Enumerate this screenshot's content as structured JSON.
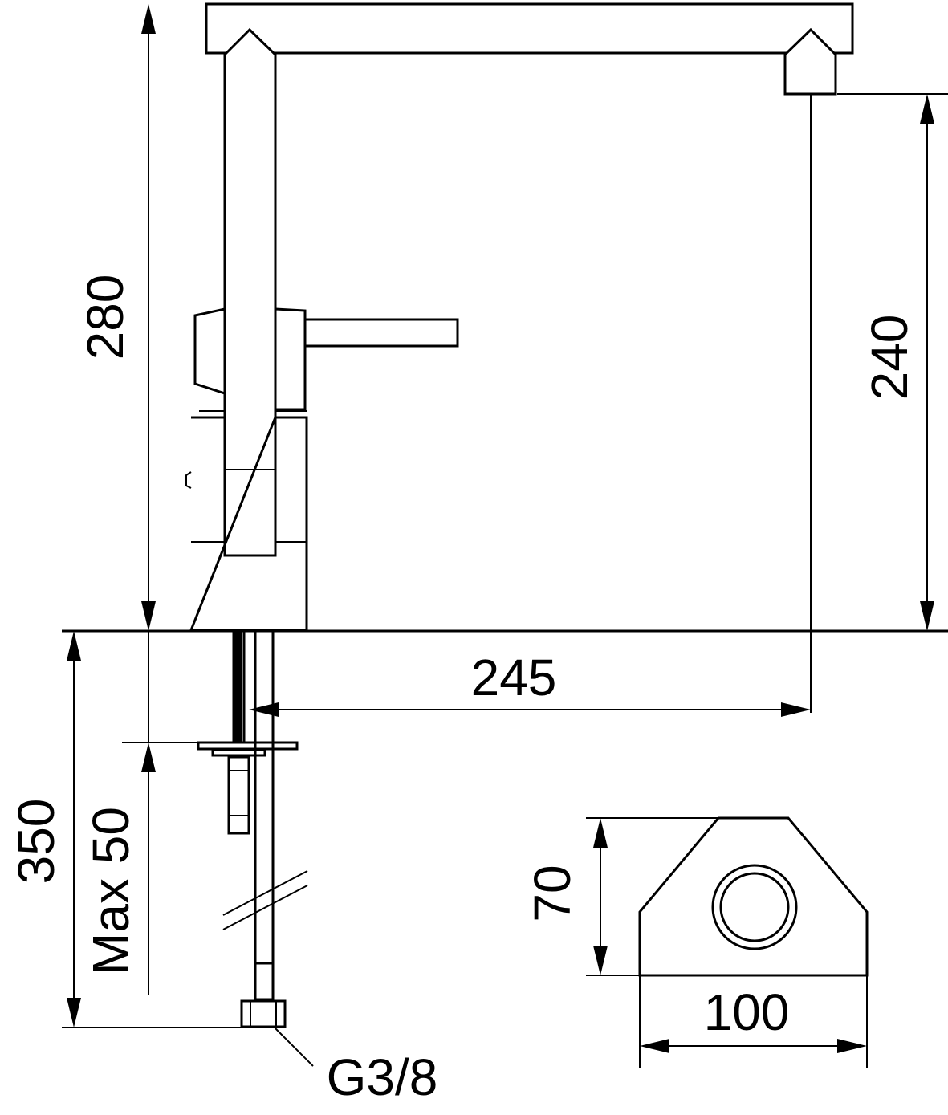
{
  "dimensions": {
    "total_height": "280",
    "spout_height": "240",
    "spout_reach": "245",
    "below_counter": "350",
    "max_thickness": "Max 50",
    "base_depth": "70",
    "base_width": "100"
  },
  "connection": "G3/8",
  "colors": {
    "line": "#000000",
    "background": "#ffffff"
  }
}
